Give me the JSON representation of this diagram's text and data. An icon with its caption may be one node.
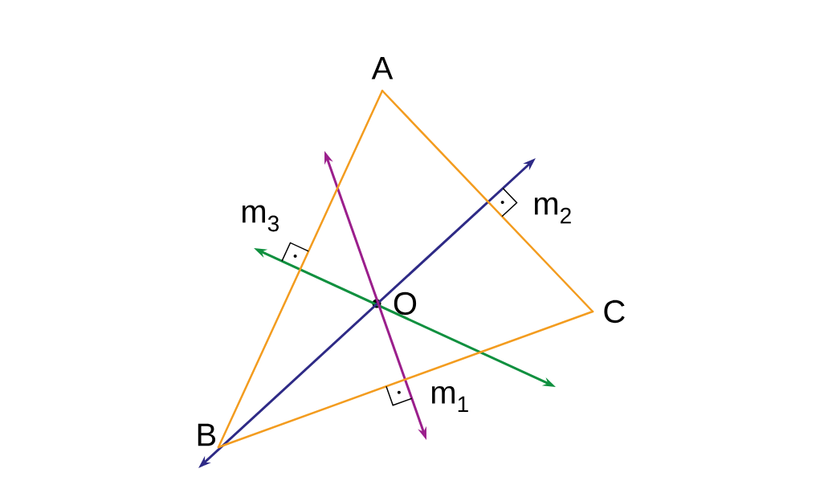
{
  "diagram": {
    "nodes": [
      {
        "text": [
          "A"
        ]
      },
      {
        "text": [
          "B"
        ]
      },
      {
        "text": [
          "C"
        ]
      },
      {
        "text": [
          "O"
        ]
      }
    ],
    "edges": [
      {
        "from": 0,
        "to": 1,
        "arrow": "none"
      },
      {
        "from": 1,
        "to": 2,
        "arrow": "none"
      },
      {
        "from": 2,
        "to": 0,
        "arrow": "none"
      }
    ],
    "labels": [
      "m$_{3}$",
      "m$_{2}$",
      "m$_{1}$"
    ]
  }
}
